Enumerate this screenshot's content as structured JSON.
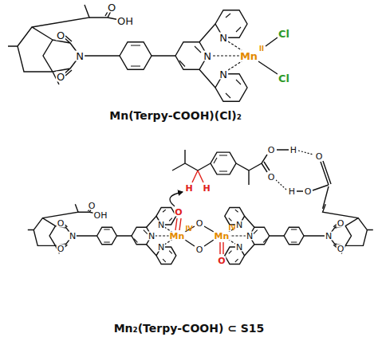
{
  "diagram": {
    "labels": [
      "O",
      "OH",
      "O",
      "N",
      "O",
      "N",
      "N",
      "N",
      "Mn",
      "II",
      "Cl",
      "Cl",
      "Mn(Terpy-COOH)(Cl)₂",
      "O",
      "OH",
      "O",
      "N",
      "O",
      "N",
      "N",
      "N",
      "Mn",
      "IV",
      "O",
      "O",
      "O",
      "O",
      "Mn",
      "IV",
      "N",
      "N",
      "N",
      "O",
      "N",
      "O",
      "H",
      "H",
      "O",
      "O",
      "H",
      "O",
      "O",
      "H",
      "Mn₂(Terpy-COOH) ⊂ S15"
    ]
  }
}
